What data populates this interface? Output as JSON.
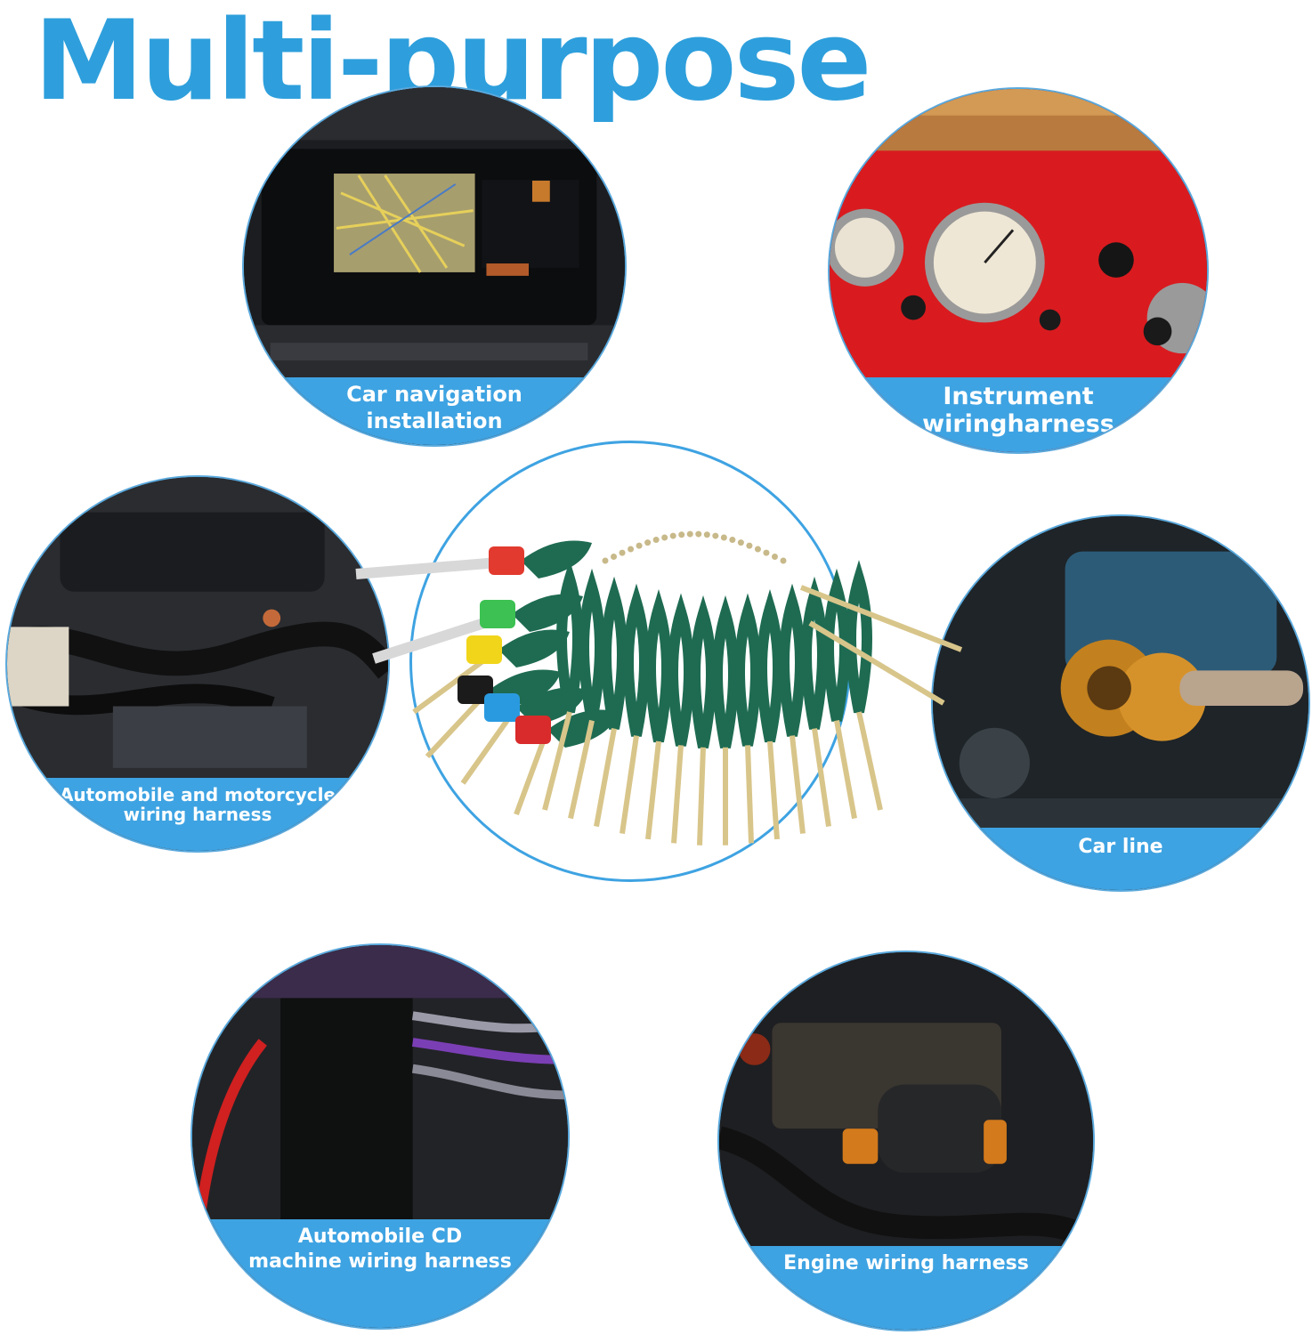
{
  "title": "Multi-purpose",
  "colors": {
    "accent": "#2e9fdc",
    "band": "#3ea3e2",
    "tool_green": "#1e6b52",
    "tool_gold": "#d8c58a"
  },
  "applications": [
    {
      "label": "Car navigation\ninstallation"
    },
    {
      "label": "Instrument\nwiringharness"
    },
    {
      "label": "Automobile and motorcycle\nwiring harness"
    },
    {
      "label": "Car line"
    },
    {
      "label": "Automobile CD\nmachine wiring harness"
    },
    {
      "label": "Engine wiring harness"
    }
  ],
  "product": {
    "name": "terminal-removal-tool-set",
    "cap_colors": [
      "#e23a2f",
      "#3cc152",
      "#f1d51b",
      "#1b1b1b",
      "#2a9ae0",
      "#d92b2b"
    ]
  }
}
